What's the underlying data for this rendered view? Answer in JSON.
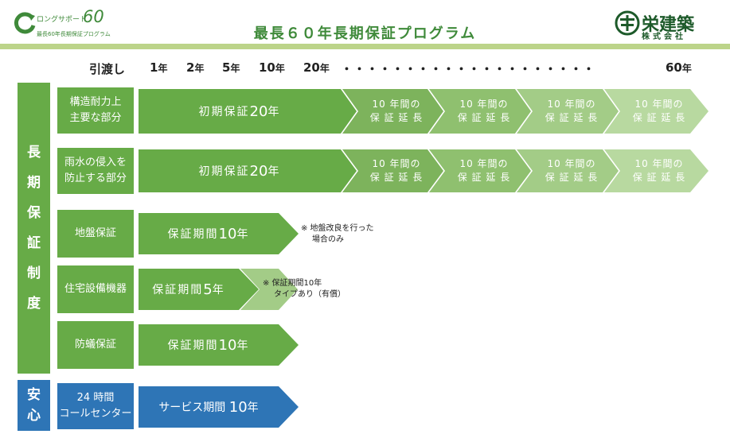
{
  "header": {
    "logo_text_1": "ロングサポート",
    "logo_number": "60",
    "logo_text_2": "最長60年長期保証プログラム",
    "title": "最長６０年長期保証プログラム",
    "brand_name": "栄建築",
    "brand_sub": "株式会社"
  },
  "timeline": {
    "start": "引渡し",
    "y1": "1",
    "y2": "2",
    "y5": "5",
    "y10": "10",
    "y20": "20",
    "y60": "60",
    "unit": "年",
    "dots": "・・・・・・・・・・・・・・・・・・・・"
  },
  "sides": {
    "long_term": [
      "長",
      "期",
      "保",
      "証",
      "制",
      "度"
    ],
    "anshin": [
      "安",
      "心"
    ]
  },
  "rows": {
    "structure": {
      "label": "構造耐力上 主要な部分",
      "main": "初期保証",
      "main_num": "20",
      "main_unit": "年"
    },
    "rain": {
      "label": "雨水の侵入を 防止する部分",
      "main": "初期保証",
      "main_num": "20",
      "main_unit": "年"
    },
    "ground": {
      "label": "地盤保証",
      "main": "保証期間",
      "main_num": "10",
      "main_unit": "年",
      "note_1": "※ 地盤改良を行った",
      "note_2": "場合のみ"
    },
    "equipment": {
      "label": "住宅設備機器",
      "main": "保証期間",
      "main_num": "5",
      "main_unit": "年",
      "note_1": "※ 保証期間10年",
      "note_2": "タイプあり（有償）"
    },
    "termite": {
      "label": "防蟻保証",
      "main": "保証期間",
      "main_num": "10",
      "main_unit": "年"
    },
    "call": {
      "label_1": "24 時間",
      "label_2": "コールセンター",
      "main": "サービス期間",
      "main_num": "10",
      "main_unit": "年"
    }
  },
  "extension": {
    "line1": "10 年間の",
    "line2": "保 証 延 長"
  },
  "colors": {
    "green": "#67ab47",
    "ext_1": "#7db35c",
    "ext_2": "#8fc06f",
    "ext_3": "#a3cc87",
    "ext_4": "#b8d9a0",
    "blue": "#2e75b6",
    "header_line": "#bcd48a"
  }
}
